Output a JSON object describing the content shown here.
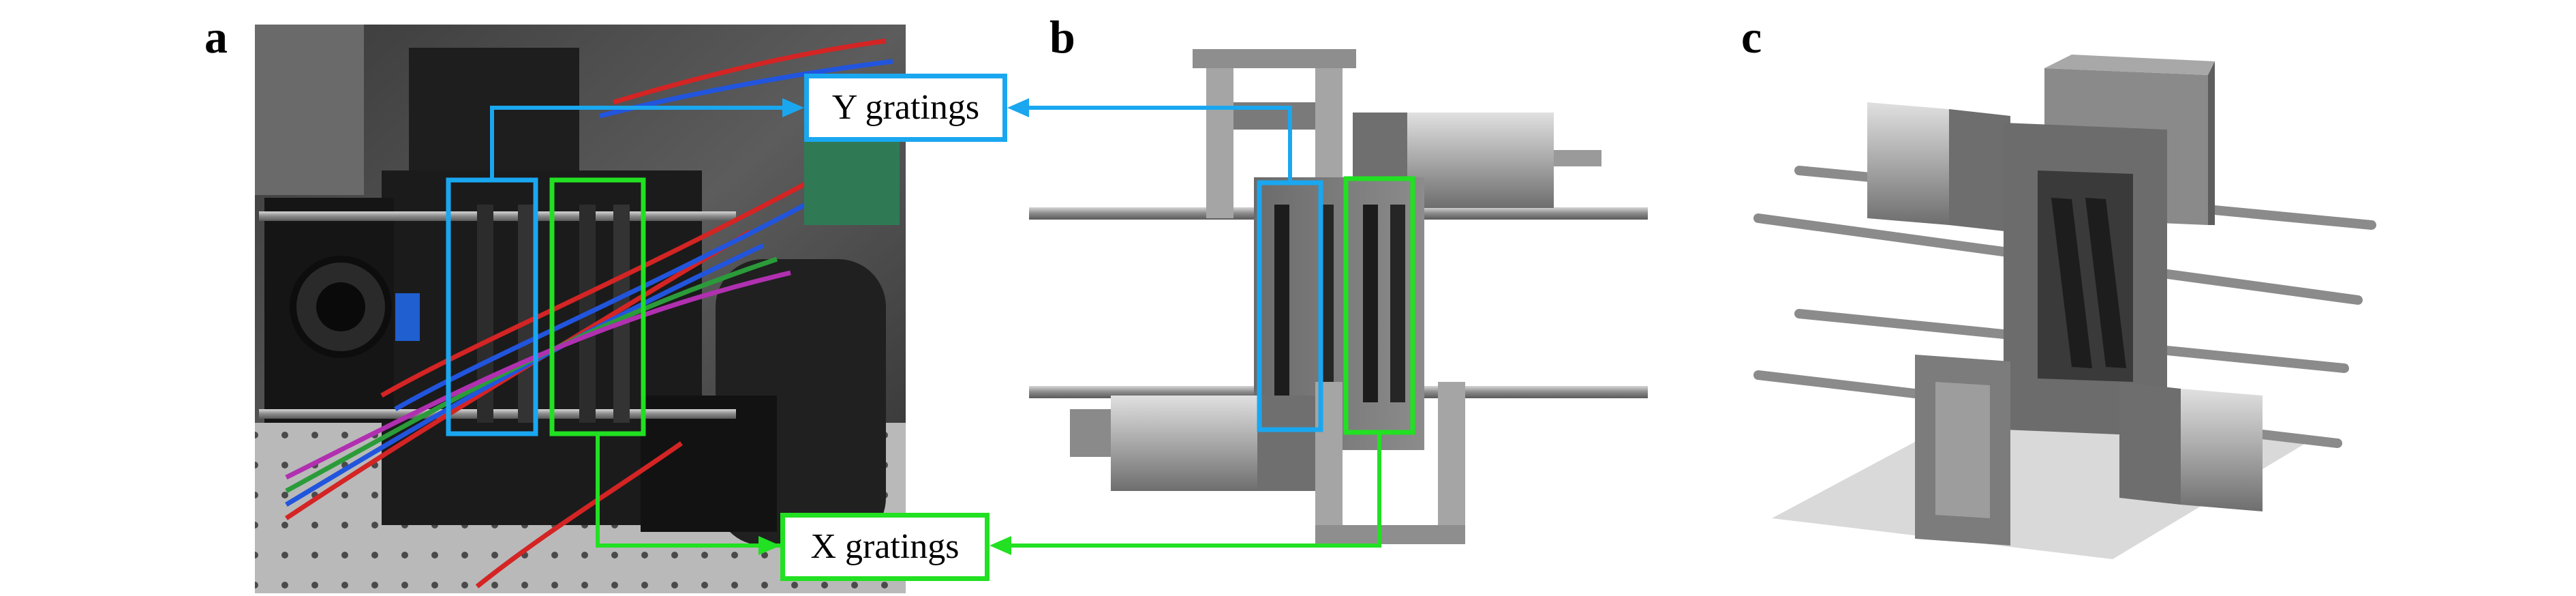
{
  "figure": {
    "panels": [
      {
        "letter": "a"
      },
      {
        "letter": "b"
      },
      {
        "letter": "c"
      }
    ],
    "callouts": {
      "y_label": "Y gratings",
      "x_label": "X gratings",
      "y_color": "#1aa7f0",
      "x_color": "#22e022"
    },
    "colors": {
      "metal_dark": "#2b2b2b",
      "cad_grey": "#7a7a7a",
      "cad_light": "#b5b5b5",
      "rod": "#8f8f8f",
      "motor_silver": "#c9c9c9"
    }
  }
}
